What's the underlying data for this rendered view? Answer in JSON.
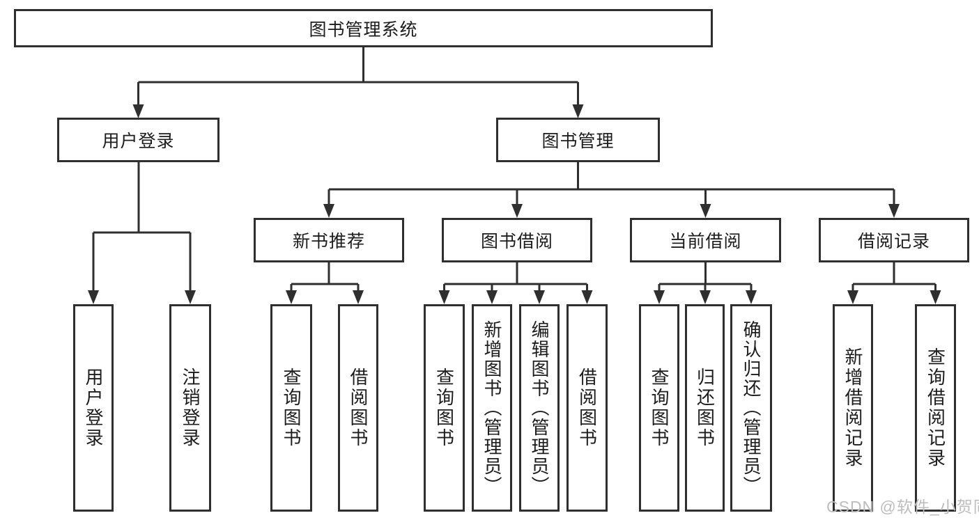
{
  "title": {
    "label": "图书管理系统"
  },
  "level2": {
    "user_login": "用户登录",
    "book_mgmt": "图书管理"
  },
  "level3": {
    "new_book_rec": "新书推荐",
    "book_borrow": "图书借阅",
    "current_borrow": "当前借阅",
    "borrow_records": "借阅记录"
  },
  "leaves": {
    "user_login": "用户登录",
    "logout": "注销登录",
    "rec_query_book": "查询图书",
    "rec_borrow_book": "借阅图书",
    "bb_query_book": "查询图书",
    "bb_add_book": "新增图书（管理员）",
    "bb_edit_book": "编辑图书（管理员）",
    "bb_borrow_book": "借阅图书",
    "cb_query_book": "查询图书",
    "cb_return_book": "归还图书",
    "cb_confirm_return": "确认归还（管理员）",
    "br_add_record": "新增借阅记录",
    "br_query_record": "查询借阅记录"
  },
  "watermark": "CSDN @软件_小贺同学",
  "colors": {
    "line": "#2f2f2f",
    "text": "#1c1c1c",
    "watermark": "#bdbdbd"
  }
}
